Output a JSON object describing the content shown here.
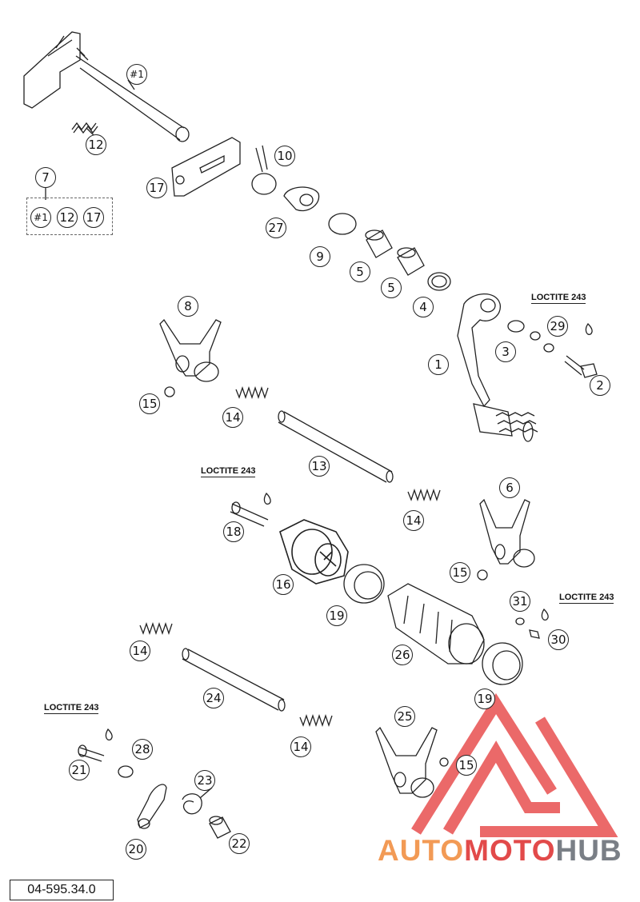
{
  "diagram": {
    "part_number": "04-595.34.0",
    "loctite_label": "LOCTITE 243",
    "kit": {
      "number": "7",
      "members": [
        "#1",
        "12",
        "17"
      ]
    },
    "callouts": [
      {
        "id": "c-1a",
        "label": "#1"
      },
      {
        "id": "c-12",
        "label": "12"
      },
      {
        "id": "c-17",
        "label": "17"
      },
      {
        "id": "c-10",
        "label": "10"
      },
      {
        "id": "c-27",
        "label": "27"
      },
      {
        "id": "c-9",
        "label": "9"
      },
      {
        "id": "c-5a",
        "label": "5"
      },
      {
        "id": "c-5b",
        "label": "5"
      },
      {
        "id": "c-4",
        "label": "4"
      },
      {
        "id": "c-8",
        "label": "8"
      },
      {
        "id": "c-15a",
        "label": "15"
      },
      {
        "id": "c-14a",
        "label": "14"
      },
      {
        "id": "c-13",
        "label": "13"
      },
      {
        "id": "c-1",
        "label": "1"
      },
      {
        "id": "c-3",
        "label": "3"
      },
      {
        "id": "c-29",
        "label": "29"
      },
      {
        "id": "c-2",
        "label": "2"
      },
      {
        "id": "c-18",
        "label": "18"
      },
      {
        "id": "c-14b",
        "label": "14"
      },
      {
        "id": "c-6",
        "label": "6"
      },
      {
        "id": "c-16",
        "label": "16"
      },
      {
        "id": "c-15b",
        "label": "15"
      },
      {
        "id": "c-19a",
        "label": "19"
      },
      {
        "id": "c-31",
        "label": "31"
      },
      {
        "id": "c-30",
        "label": "30"
      },
      {
        "id": "c-26",
        "label": "26"
      },
      {
        "id": "c-14c",
        "label": "14"
      },
      {
        "id": "c-24",
        "label": "24"
      },
      {
        "id": "c-19b",
        "label": "19"
      },
      {
        "id": "c-25",
        "label": "25"
      },
      {
        "id": "c-14d",
        "label": "14"
      },
      {
        "id": "c-21",
        "label": "21"
      },
      {
        "id": "c-28",
        "label": "28"
      },
      {
        "id": "c-15c",
        "label": "15"
      },
      {
        "id": "c-23",
        "label": "23"
      },
      {
        "id": "c-20",
        "label": "20"
      },
      {
        "id": "c-22",
        "label": "22"
      }
    ],
    "watermark": {
      "part1": "AUTO",
      "part2": "MOTO",
      "part3": "HUB",
      "colors": {
        "part1": "#f29a55",
        "part2": "#e24a4a",
        "part3": "#7a7f86",
        "logo": "#e85050"
      }
    }
  }
}
